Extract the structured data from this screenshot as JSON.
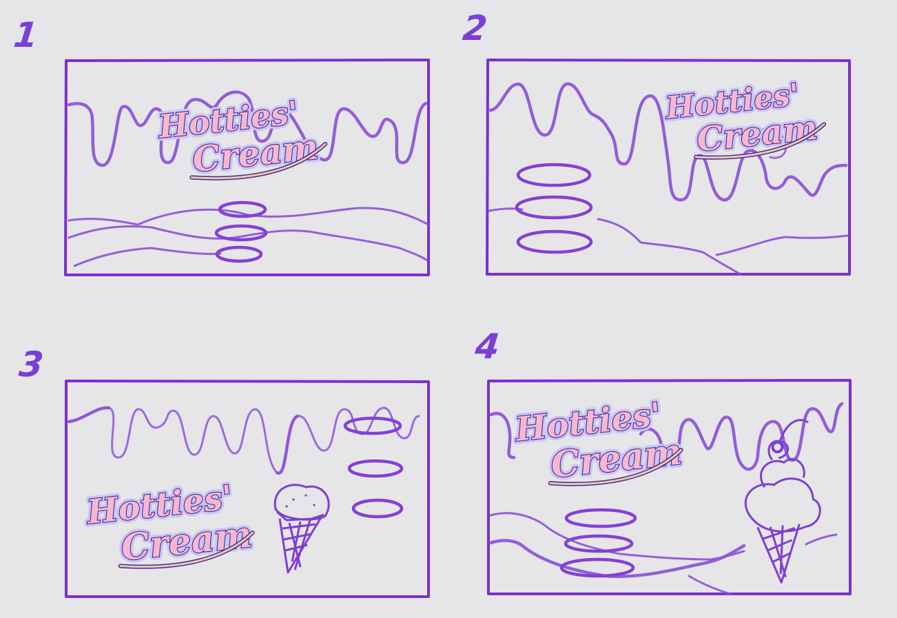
{
  "panels": [
    {
      "number": "1",
      "logo_line1": "Hotties'",
      "logo_line2": "Cream"
    },
    {
      "number": "2",
      "logo_line1": "Hotties'",
      "logo_line2": "Cream"
    },
    {
      "number": "3",
      "logo_line1": "Hotties'",
      "logo_line2": "Cream"
    },
    {
      "number": "4",
      "logo_line1": "Hotties'",
      "logo_line2": "Cream"
    }
  ],
  "colors": {
    "background": "#e6e5e7",
    "sketch_purple": "#7a2fd4",
    "logo_fill": "#f7b8cf",
    "logo_outline": "#3d2b9a",
    "logo_glow": "#c9c5f6"
  },
  "icons": [
    "ice-cream-cone-icon",
    "sundae-cone-icon"
  ]
}
